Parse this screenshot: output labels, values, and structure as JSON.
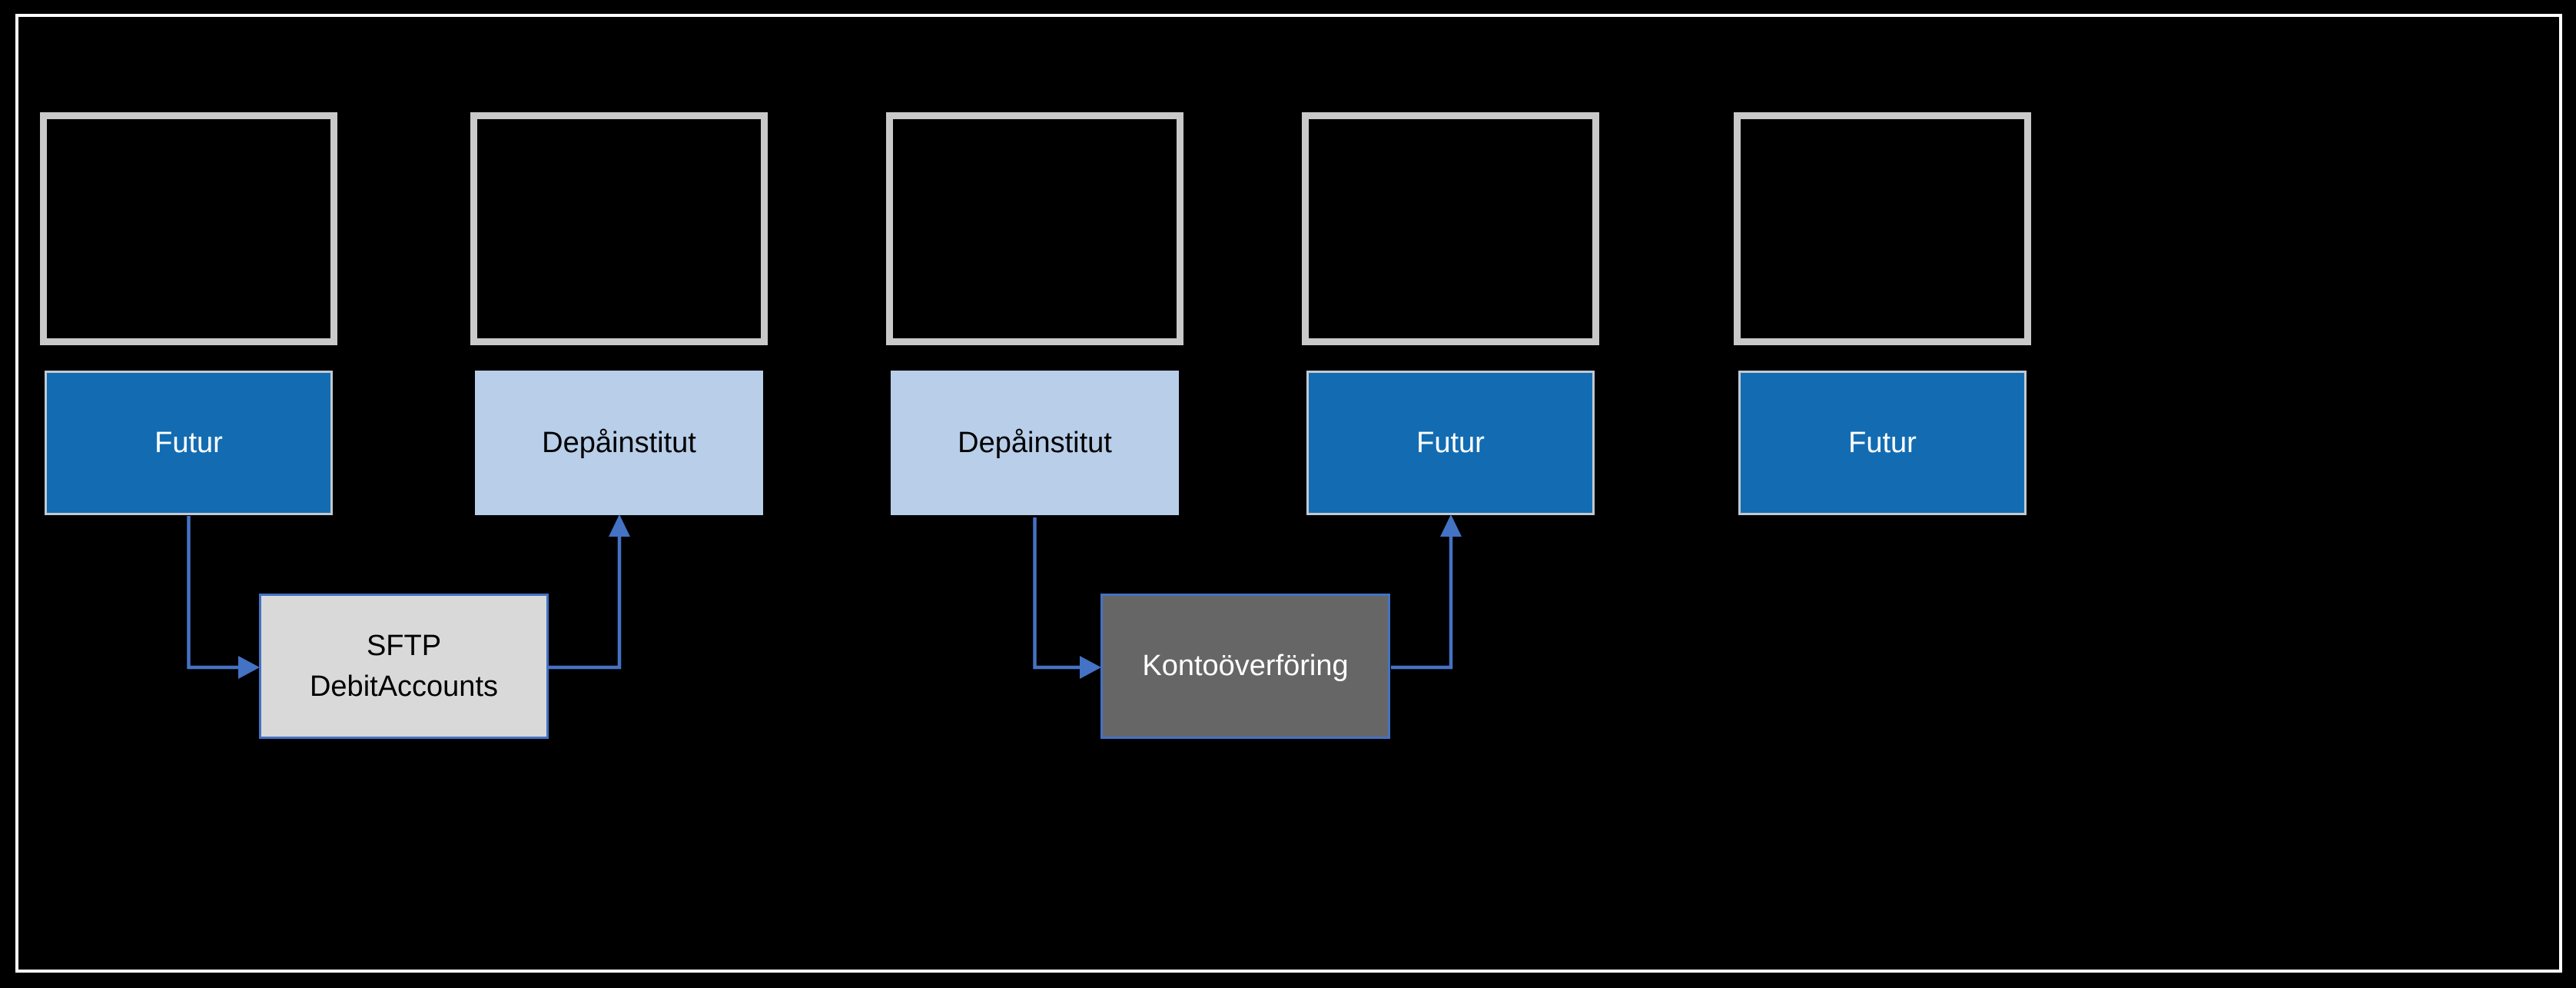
{
  "diagram": {
    "kind": "flow-diagram-slide",
    "colors": {
      "background": "#000000",
      "frame_border": "#FFFFFF",
      "placeholder_border": "#C9C9C9",
      "futur_fill": "#136CB2",
      "futur_text": "#FFFFFF",
      "depainstitut_fill": "#B8CEE9",
      "depainstitut_text": "#000000",
      "sftp_fill": "#D9D9D9",
      "sftp_text": "#000000",
      "kontooverforing_fill": "#666666",
      "kontooverforing_text": "#FFFFFF",
      "connector": "#4472C4"
    },
    "columns": [
      {
        "label": "Futur",
        "type": "futur"
      },
      {
        "label": "Depåinstitut",
        "type": "depainstitut"
      },
      {
        "label": "Depåinstitut",
        "type": "depainstitut"
      },
      {
        "label": "Futur",
        "type": "futur"
      },
      {
        "label": "Futur",
        "type": "futur"
      }
    ],
    "process_nodes": [
      {
        "id": "sftp-debitaccounts",
        "lines": [
          "SFTP",
          "DebitAccounts"
        ]
      },
      {
        "id": "kontooverforing",
        "label": "Kontoöverföring"
      }
    ],
    "edges": [
      {
        "from": "futur-1",
        "to": "sftp-debitaccounts",
        "route": "down-right"
      },
      {
        "from": "sftp-debitaccounts",
        "to": "depainstitut-2",
        "route": "right-up"
      },
      {
        "from": "depainstitut-3",
        "to": "kontooverforing",
        "route": "down-right"
      },
      {
        "from": "kontooverforing",
        "to": "futur-4",
        "route": "right-up"
      }
    ]
  }
}
